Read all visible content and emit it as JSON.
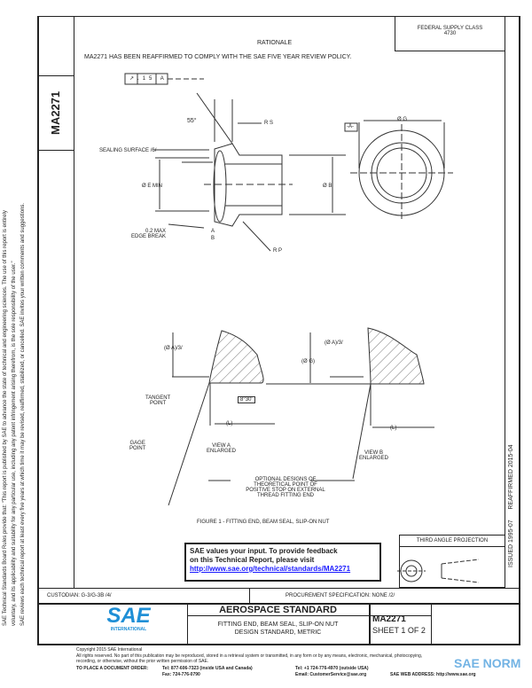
{
  "header": {
    "rationale_title": "RATIONALE",
    "rationale_text": "MA2271 HAS BEEN REAFFIRMED TO COMPLY WITH THE SAE FIVE YEAR REVIEW POLICY.",
    "fsc_label": "FEDERAL SUPPLY CLASS",
    "fsc_value": "4730"
  },
  "side": {
    "doc_number": "MA2271",
    "disclaimer_1": "SAE Technical Standards Board Rules provide that: \"This report is published by SAE to advance the state of technical and engineering sciences. The use of this report is entirely",
    "disclaimer_2": "voluntary, and its applicability and suitability for any particular use, including any patent infringement arising therefrom, is the sole responsibility of the user.\"",
    "disclaimer_3": "SAE reviews each technical report at least every five years at which time it may be revised, reaffirmed, stabilized, or cancelled. SAE invites your written comments and suggestions.",
    "issued": "ISSUED 1995-07",
    "reaffirmed": "REAFFIRMED 2015-04"
  },
  "drawing": {
    "tolerance_frame": [
      "↗",
      ".15",
      "A"
    ],
    "angle": "55°",
    "r_s": "R S",
    "sealing_surface": "SEALING SURFACE",
    "sealing_note": "/6/",
    "e_min": "Ø E MIN",
    "dia_b": "Ø B",
    "edge_break": [
      "0.2 MAX",
      "EDGE BREAK"
    ],
    "view_a_marker": "A",
    "view_b_marker": "B",
    "r_p": "R P",
    "dia_g": "Ø G",
    "datum_a": "-A-",
    "dia_a_left": "(Ø A)",
    "note3": "/3/",
    "dia_a_right": "(Ø A)",
    "dia_g_paren": "(Ø G)",
    "tangent_point": [
      "TANGENT",
      "POINT"
    ],
    "angle_box": "8°30'",
    "l_dim": "(L)",
    "gage_point": [
      "GAGE",
      "POINT"
    ],
    "view_a": [
      "VIEW A",
      "ENLARGED"
    ],
    "view_b": [
      "VIEW B",
      "ENLARGED"
    ],
    "optional": [
      "OPTIONAL DESIGNS OF",
      "THEORETICAL POINT OF",
      "POSITIVE STOP ON EXTERNAL",
      "THREAD FITTING END"
    ],
    "figure_caption": "FIGURE 1 - FITTING END, BEAM SEAL, SLIP-ON NUT"
  },
  "feedback": {
    "line1": "SAE values your input. To provide feedback",
    "line2": "on this Technical Report, please visit",
    "link": "http://www.sae.org/technical/standards/MA2271"
  },
  "projection": {
    "title": "THIRD ANGLE PROJECTION"
  },
  "title_block": {
    "custodian": "CUSTODIAN: G-3/G-3B /4/",
    "procurement": "PROCUREMENT SPECIFICATION: NONE /2/",
    "logo_text": "SAE",
    "logo_sub": "INTERNATIONAL",
    "standard": "AEROSPACE STANDARD",
    "title_1": "FITTING END, BEAM SEAL, SLIP-ON NUT",
    "title_2": "DESIGN STANDARD, METRIC",
    "doc_number": "MA2271",
    "sheet": "SHEET 1 OF 2"
  },
  "footer": {
    "copyright": "Copyright 2015 SAE International",
    "rights_1": "All rights reserved. No part of this publication may be reproduced, stored in a retrieval system or transmitted, in any form or by any means, electronic, mechanical, photocopying,",
    "rights_2": "recording, or otherwise, without the prior written permission of SAE.",
    "order_label": "TO PLACE A DOCUMENT ORDER:",
    "tel_us": "Tel: 877-606-7323 (inside USA and Canada)",
    "tel_intl": "Tel: +1 724-776-4970 (outside USA)",
    "fax": "Fax: 724-776-0790",
    "email": "Email: CustomerService@sae.org",
    "web": "SAE WEB ADDRESS: http://www.sae.org",
    "watermark": "SAE NORM"
  },
  "colors": {
    "link": "#1a1aff",
    "logo_blue": "#1f8fd6",
    "watermark": "#5aa6e0"
  }
}
